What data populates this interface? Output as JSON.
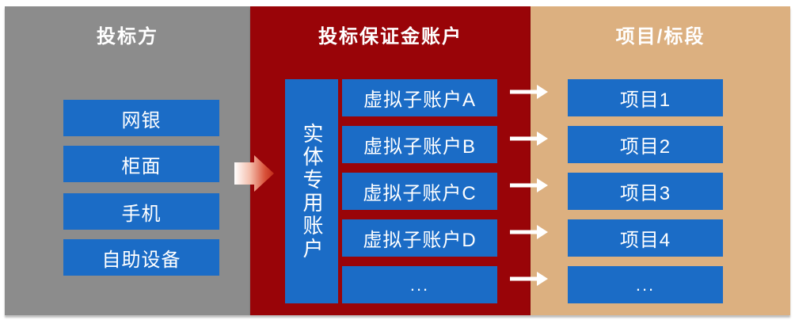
{
  "diagram": {
    "bidders": {
      "title": "投标方",
      "items": [
        "网银",
        "柜面",
        "手机",
        "自助设备"
      ]
    },
    "deposit_account": {
      "title": "投标保证金账户",
      "entity_account": "实体专用账户",
      "sub_accounts": [
        "虚拟子账户A",
        "虚拟子账户B",
        "虚拟子账户C",
        "虚拟子账户D",
        "..."
      ]
    },
    "projects": {
      "title": "项目/标段",
      "items": [
        "项目1",
        "项目2",
        "项目3",
        "项目4",
        "..."
      ]
    },
    "icons": {
      "flow_arrow": "gradient-right-arrow",
      "mapping_arrow": "white-right-arrow"
    },
    "colors": {
      "bidders_panel": "#8C8C8C",
      "deposit_panel": "#990408",
      "projects_panel": "#DCB080",
      "box_blue": "#1B6CC6",
      "text": "#FFFFFF"
    }
  }
}
